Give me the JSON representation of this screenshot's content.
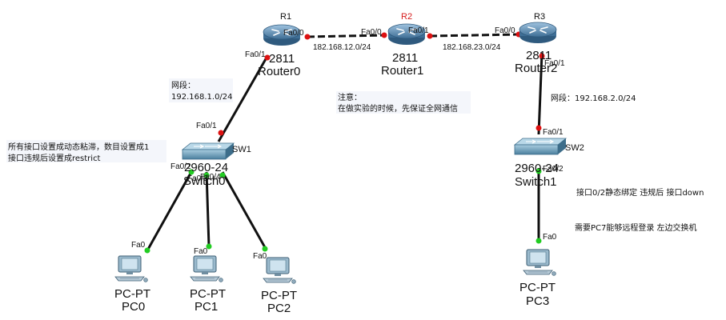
{
  "routers": [
    {
      "tag": "R1",
      "model": "2811",
      "name": "Router0",
      "tag_color": "#111111"
    },
    {
      "tag": "R2",
      "model": "2811",
      "name": "Router1",
      "tag_color": "#d61a1a"
    },
    {
      "tag": "R3",
      "model": "2811",
      "name": "Router2",
      "tag_color": "#111111"
    }
  ],
  "switches": [
    {
      "tag": "SW1",
      "model": "2960-24",
      "name": "Switch0"
    },
    {
      "tag": "SW2",
      "model": "2960-24",
      "name": "Switch1"
    }
  ],
  "pcs": [
    {
      "model": "PC-PT",
      "name": "PC0",
      "port": "Fa0"
    },
    {
      "model": "PC-PT",
      "name": "PC1",
      "port": "Fa0"
    },
    {
      "model": "PC-PT",
      "name": "PC2",
      "port": "Fa0"
    },
    {
      "model": "PC-PT",
      "name": "PC3",
      "port": "Fa0"
    }
  ],
  "ports": {
    "r1_fa00": "Fa0/0",
    "r1_fa01": "Fa0/1",
    "r2_fa00": "Fa0/0",
    "r2_fa01": "Fa0/1",
    "r3_fa00": "Fa0/0",
    "r3_fa01": "Fa0/1",
    "sw1_fa01": "Fa0/1",
    "sw1_fa02": "Fa0/2",
    "sw1_fa03": "Fa0/3",
    "sw1_fa04": "Fa0/4",
    "sw2_fa01": "Fa0/1",
    "sw2_fa02": "Fa0/2"
  },
  "networks": {
    "r1_r2": "182.168.12.0/24",
    "r2_r3": "182.168.23.0/24",
    "lan1_title": "网段：",
    "lan1": "192.168.1.0/24",
    "lan2": "网段：192.168.2.0/24"
  },
  "notes": {
    "notice_title": "注意：",
    "notice_body": "在做实验的时候，先保证全网通信",
    "sw1_line1": "所有接口设置成动态粘滞，数目设置成1",
    "sw1_line2": "接口违规后设置成restrict",
    "sw2_note": "接口0/2静态绑定 违规后 接口down",
    "remote_note": "需要PC7能够远程登录 左边交换机"
  },
  "colors": {
    "link": "#111111",
    "port_up": "#22cc22",
    "port_down": "#dd1111",
    "router_body": "#4f84b0",
    "switch_body": "#5a8fb0"
  }
}
